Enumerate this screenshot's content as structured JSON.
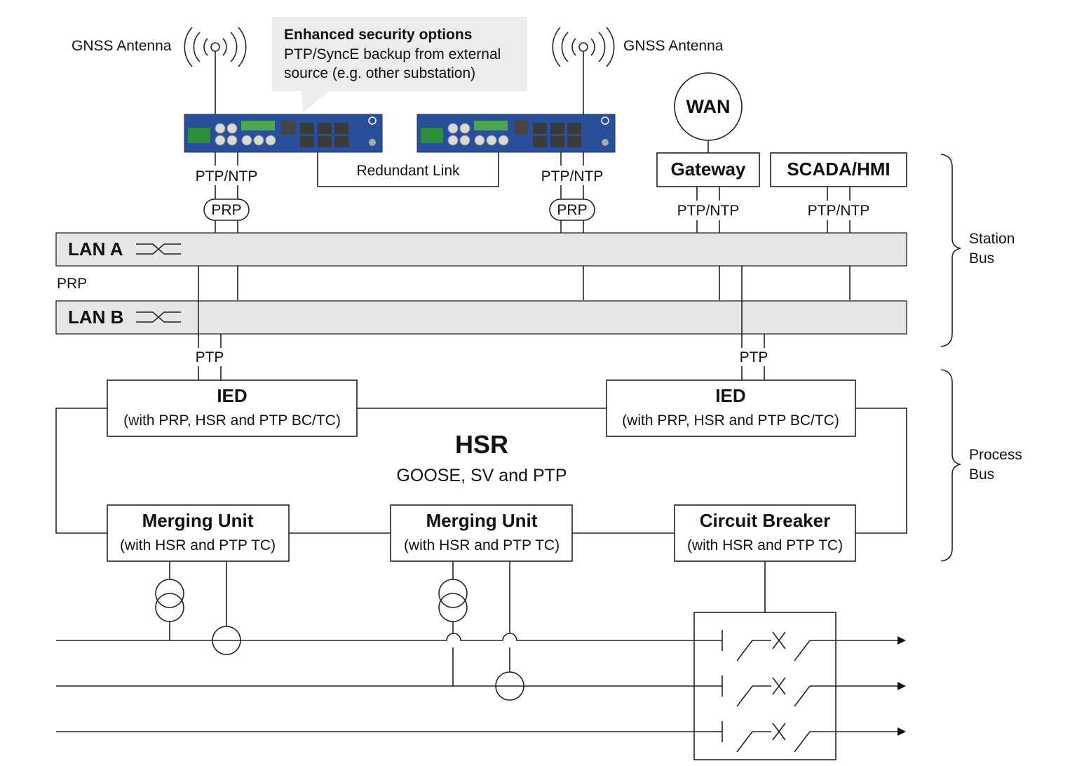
{
  "labels": {
    "gnss_left": "GNSS Antenna",
    "gnss_right": "GNSS Antenna",
    "callout_title": "Enhanced security options",
    "callout_line1": "PTP/SyncE backup from external",
    "callout_line2": "source (e.g. other substation)",
    "wan": "WAN",
    "gateway": "Gateway",
    "scada": "SCADA/HMI",
    "redundant_link": "Redundant Link",
    "ptp_ntp": "PTP/NTP",
    "prp": "PRP",
    "lan_a": "LAN A",
    "lan_b": "LAN B",
    "prp_side": "PRP",
    "ptp": "PTP",
    "station_bus_1": "Station",
    "station_bus_2": "Bus",
    "process_bus_1": "Process",
    "process_bus_2": "Bus",
    "ied_title": "IED",
    "ied_sub": "(with PRP,  HSR and PTP BC/TC)",
    "hsr_title": "HSR",
    "hsr_sub": "GOOSE, SV and PTP",
    "mu_title": "Merging Unit",
    "mu_sub": "(with HSR and PTP TC)",
    "cb_title": "Circuit Breaker",
    "cb_sub": "(with HSR and PTP TC)"
  },
  "colors": {
    "device_blue": "#2a4f9a",
    "lan_fill": "#e6e6e6",
    "callout_fill": "#ececec"
  }
}
